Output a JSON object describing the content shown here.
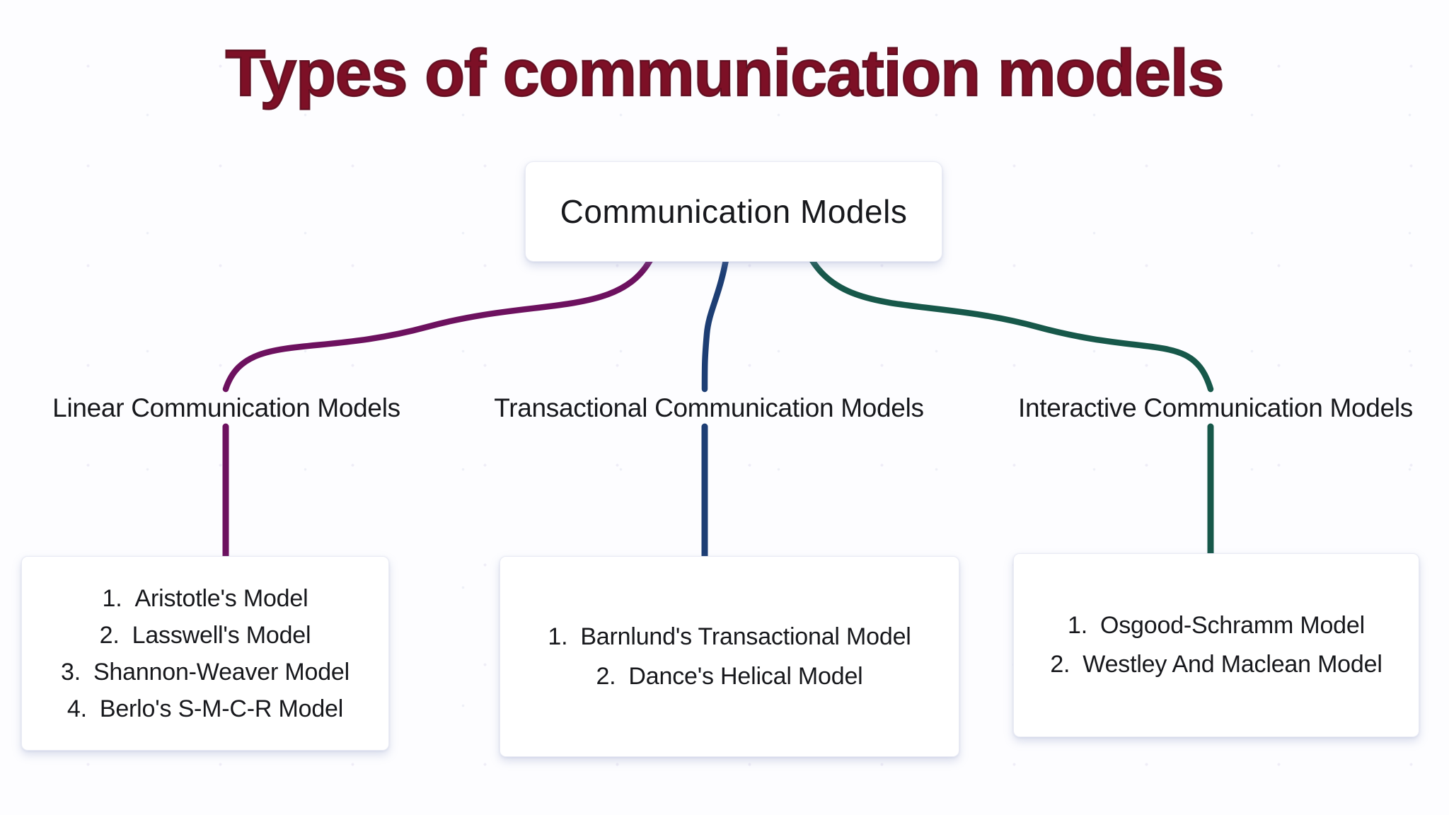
{
  "page_title": "Types of communication models",
  "root_node": {
    "label": "Communication Models"
  },
  "colors": {
    "title": "#7d1026",
    "linear": "#6d115f",
    "transactional": "#1d3e74",
    "interactive": "#17584a",
    "node_text": "#17181c"
  },
  "branches": [
    {
      "id": "linear",
      "label": "Linear Communication Models",
      "color": "#6d115f",
      "items": [
        {
          "num": "1.",
          "text": "Aristotle's Model"
        },
        {
          "num": "2.",
          "text": "Lasswell's Model"
        },
        {
          "num": "3.",
          "text": "Shannon-Weaver Model"
        },
        {
          "num": "4.",
          "text": "Berlo's S-M-C-R Model"
        }
      ]
    },
    {
      "id": "transactional",
      "label": "Transactional Communication Models",
      "color": "#1d3e74",
      "items": [
        {
          "num": "1.",
          "text": "Barnlund's Transactional Model"
        },
        {
          "num": "2.",
          "text": "Dance's Helical Model"
        }
      ]
    },
    {
      "id": "interactive",
      "label": "Interactive Communication Models",
      "color": "#17584a",
      "items": [
        {
          "num": "1.",
          "text": "Osgood-Schramm Model"
        },
        {
          "num": "2.",
          "text": "Westley And Maclean Model"
        }
      ]
    }
  ]
}
